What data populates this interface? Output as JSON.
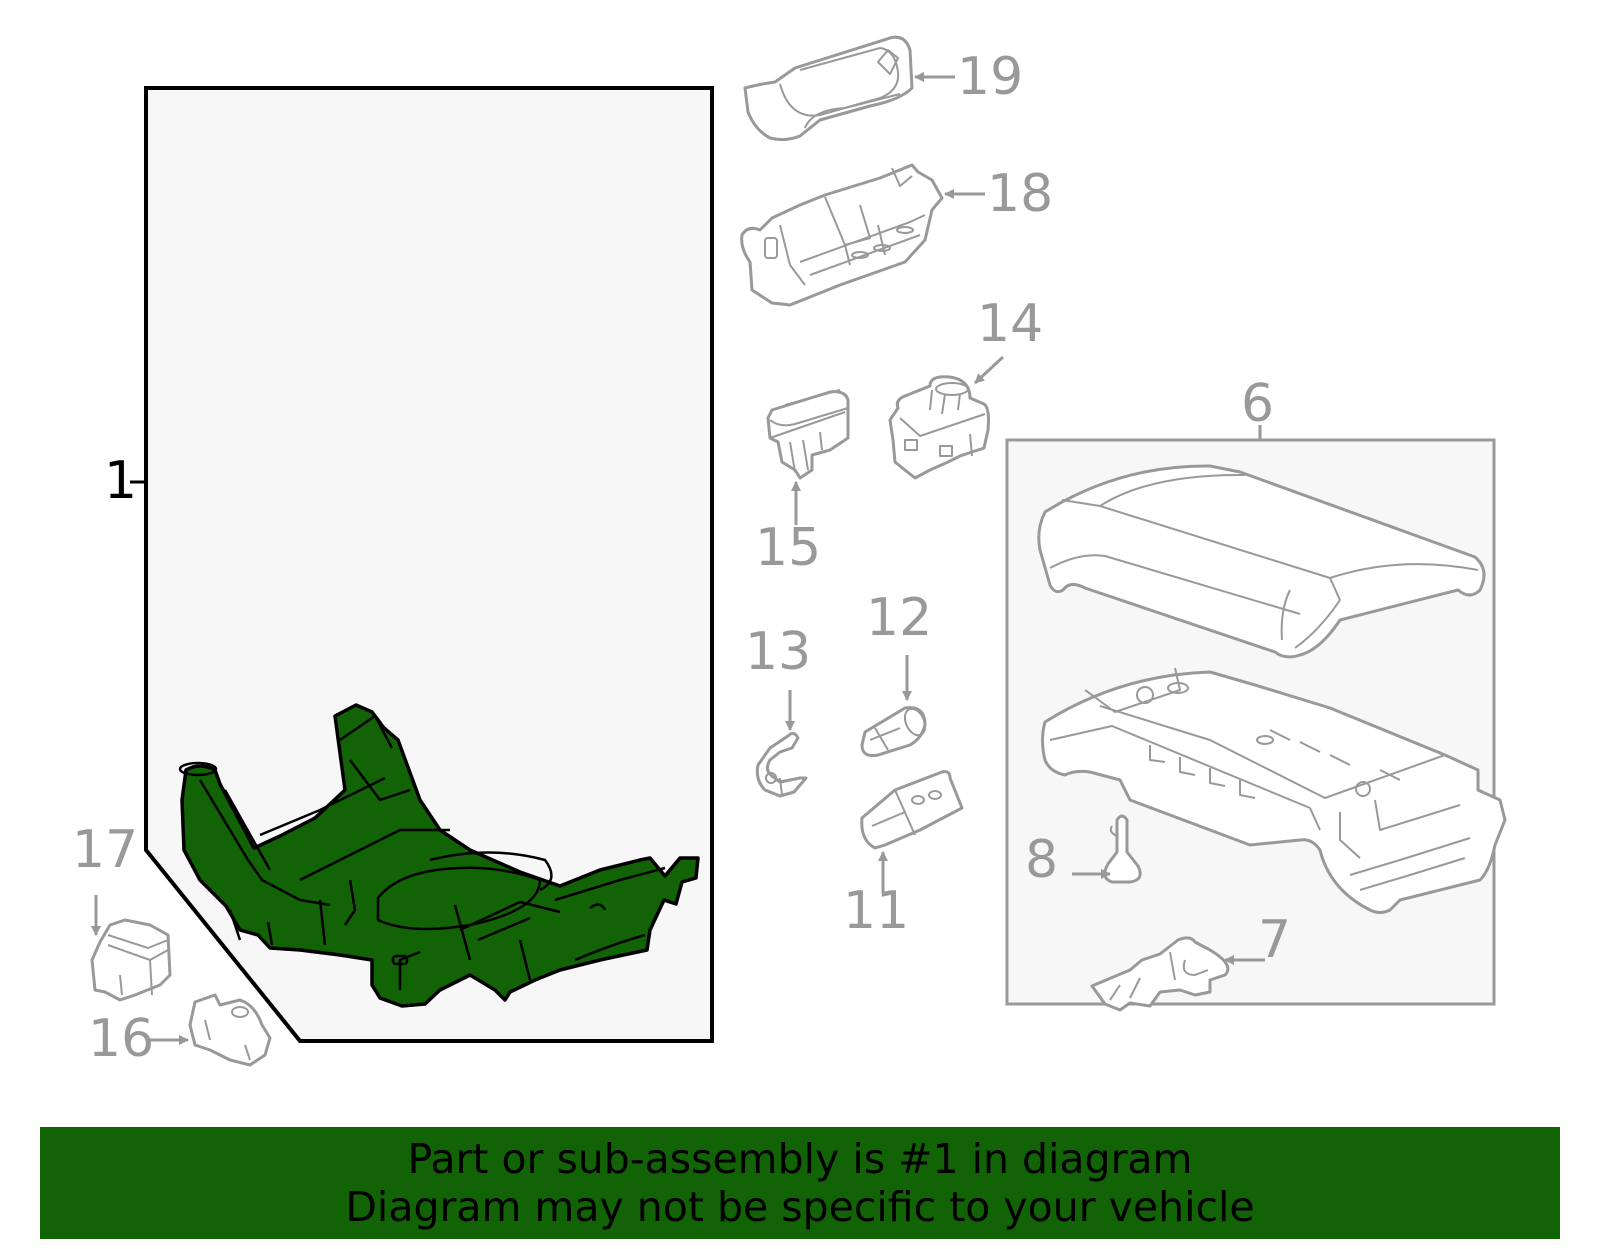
{
  "colors": {
    "highlight_fill": "#116306",
    "highlight_stroke": "#000000",
    "part_stroke": "#999999",
    "callout_text": "#999999",
    "primary_callout_text": "#000000",
    "group_box_fill": "#f7f7f7",
    "banner_bg": "#116306",
    "banner_text": "#000000"
  },
  "diagram": {
    "primary_group": {
      "callout": "1",
      "label": "Part or sub-assembly #1 (highlighted console base)"
    },
    "armrest_group": {
      "callout": "6"
    },
    "callouts": [
      {
        "id": "19",
        "label": "19"
      },
      {
        "id": "18",
        "label": "18"
      },
      {
        "id": "14",
        "label": "14"
      },
      {
        "id": "15",
        "label": "15"
      },
      {
        "id": "6",
        "label": "6"
      },
      {
        "id": "13",
        "label": "13"
      },
      {
        "id": "12",
        "label": "12"
      },
      {
        "id": "11",
        "label": "11"
      },
      {
        "id": "8",
        "label": "8"
      },
      {
        "id": "7",
        "label": "7"
      },
      {
        "id": "17",
        "label": "17"
      },
      {
        "id": "16",
        "label": "16"
      },
      {
        "id": "1",
        "label": "1"
      }
    ]
  },
  "banner": {
    "line1": "Part or sub-assembly is #1 in diagram",
    "line2": "Diagram may not be specific to your vehicle"
  }
}
